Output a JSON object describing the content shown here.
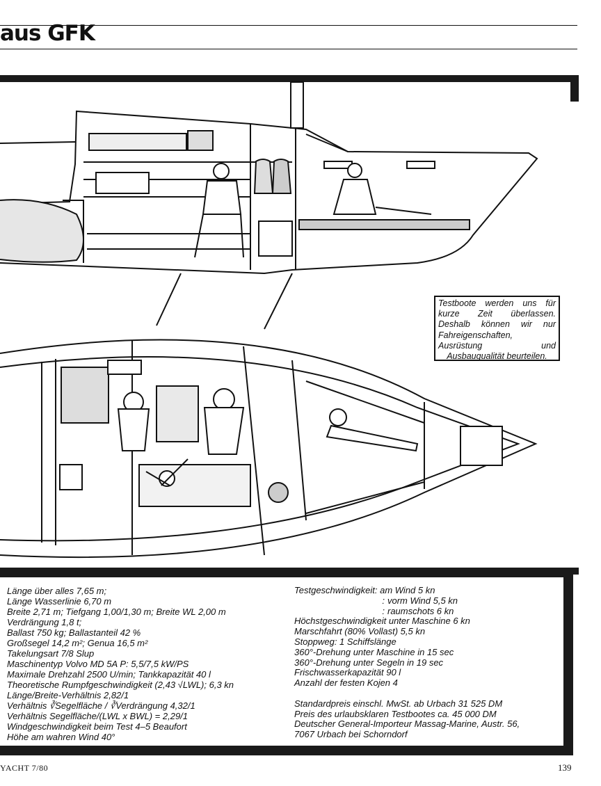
{
  "header": {
    "title": "aus GFK"
  },
  "caption": {
    "text": "Testboote werden uns für kurze Zeit überlassen. Deshalb können wir nur Fahreigenschaften, Ausrüstung und Ausbauqualität beurteilen."
  },
  "specs": {
    "left": [
      "Länge über alles 7,65 m;",
      "Länge Wasserlinie 6,70 m",
      "Breite 2,71 m; Tiefgang 1,00/1,30 m; Breite WL 2,00 m",
      "Verdrängung 1,8 t;",
      "Ballast 750 kg; Ballastanteil 42 %",
      "Großsegel 14,2 m²; Genua 16,5 m²",
      "Takelungsart 7/8 Slup",
      "Maschinentyp Volvo MD 5A P: 5,5/7,5 kW/PS",
      "Maximale Drehzahl 2500 U/min; Tankkapazität 40 l",
      "Theoretische Rumpfgeschwindigkeit (2,43 √LWL); 6,3 kn",
      "Länge/Breite-Verhältnis 2,82/1",
      "Verhältnis ∛Segelfläche / ∛Verdrängung 4,32/1",
      "Verhältnis Segelfläche/(LWL x BWL) = 2,29/1",
      "Windgeschwindigkeit beim Test 4–5 Beaufort",
      "Höhe am wahren Wind 40°"
    ],
    "right": {
      "speed_label": "Testgeschwindigkeit:",
      "speed_rows": [
        {
          "prefix": "",
          "value": "am Wind 5 kn"
        },
        {
          "prefix": ":",
          "value": "vorm Wind 5,5 kn"
        },
        {
          "prefix": ":",
          "value": "raumschots 6 kn"
        }
      ],
      "lines": [
        "Höchstgeschwindigkeit unter Maschine 6 kn",
        "Marschfahrt (80% Vollast) 5,5 kn",
        "Stoppweg: 1 Schiffslänge",
        "360°-Drehung unter Maschine in 15 sec",
        "360°-Drehung unter Segeln in 19 sec",
        "Frischwasserkapazität 90 l",
        "Anzahl der festen Kojen 4"
      ],
      "price_lines": [
        "Standardpreis einschl. MwSt. ab Urbach 31 525 DM",
        "Preis des urlaubsklaren Testbootes ca. 45 000 DM",
        "Deutscher General-Importeur Massag-Marine, Austr. 56,",
        "7067 Urbach bei Schorndorf"
      ]
    }
  },
  "footer": {
    "magazine": "YACHT 7/80",
    "page": "139"
  }
}
